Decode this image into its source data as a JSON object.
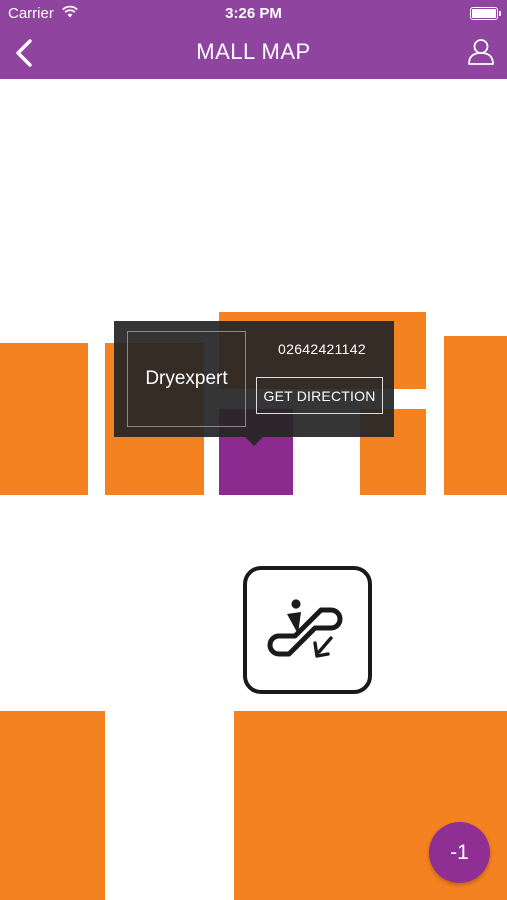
{
  "status_bar": {
    "carrier": "Carrier",
    "time": "3:26 PM"
  },
  "navbar": {
    "title": "MALL MAP",
    "back_icon": "chevron-left-icon",
    "profile_icon": "user-icon"
  },
  "map": {
    "store_color": "#f58220",
    "selected_store_color": "#8c2a8f",
    "escalator_icon": "escalator-down-icon"
  },
  "popup": {
    "store_name": "Dryexpert",
    "phone": "02642421142",
    "direction_label": "GET DIRECTION"
  },
  "floor_button": {
    "label": "-1"
  },
  "colors": {
    "header": "#8f44a0",
    "accent": "#8f2e93"
  }
}
